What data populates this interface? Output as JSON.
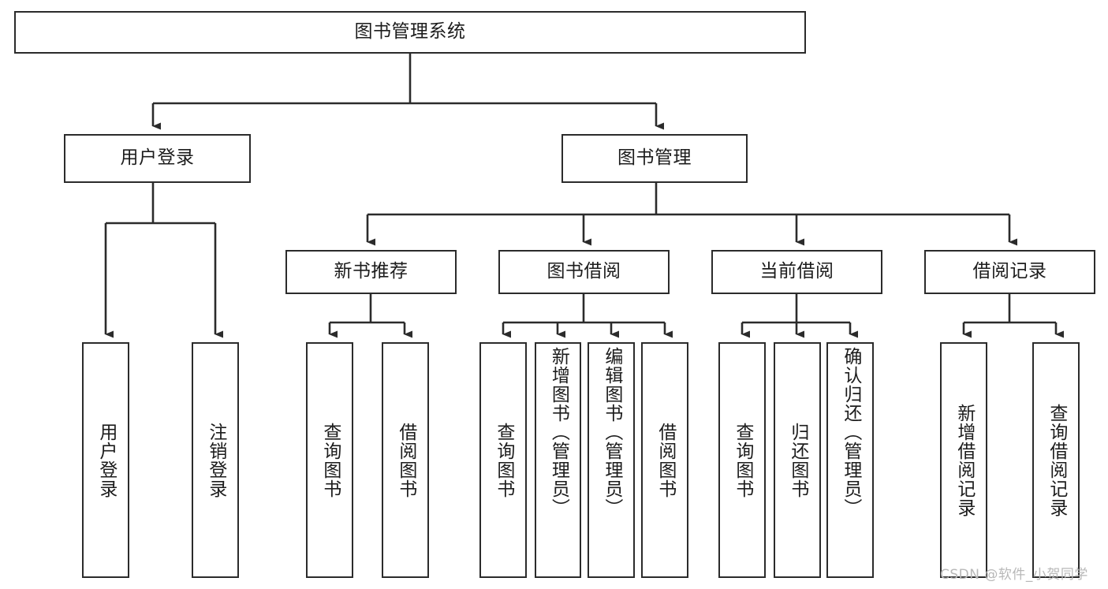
{
  "diagram": {
    "type": "tree-hierarchy-chart",
    "title": "图书管理系统",
    "watermark": "CSDN @软件_小贺同学",
    "colors": {
      "stroke": "#2b2b2b",
      "fill": "#ffffff",
      "text": "#1c1c1c",
      "watermark": "#b8b8b8"
    },
    "levels": {
      "level1": [
        {
          "id": "root",
          "label": "图书管理系统"
        }
      ],
      "level2": [
        {
          "id": "user-login",
          "label": "用户登录"
        },
        {
          "id": "book-manage",
          "label": "图书管理"
        }
      ],
      "level3": [
        {
          "id": "new-book-recommend",
          "label": "新书推荐"
        },
        {
          "id": "book-borrow",
          "label": "图书借阅"
        },
        {
          "id": "current-borrow",
          "label": "当前借阅"
        },
        {
          "id": "borrow-record",
          "label": "借阅记录"
        }
      ],
      "level4": [
        {
          "id": "leaf-user-login",
          "label": "用户登录",
          "parent": "user-login"
        },
        {
          "id": "leaf-user-logout",
          "label": "注销登录",
          "parent": "user-login"
        },
        {
          "id": "leaf-query-book-1",
          "label": "查询图书",
          "parent": "new-book-recommend"
        },
        {
          "id": "leaf-borrow-book-1",
          "label": "借阅图书",
          "parent": "new-book-recommend"
        },
        {
          "id": "leaf-query-book-2",
          "label": "查询图书",
          "parent": "book-borrow"
        },
        {
          "id": "leaf-add-book",
          "label": "新增图书（管理员）",
          "parent": "book-borrow"
        },
        {
          "id": "leaf-edit-book",
          "label": "编辑图书（管理员）",
          "parent": "book-borrow"
        },
        {
          "id": "leaf-borrow-book-2",
          "label": "借阅图书",
          "parent": "book-borrow"
        },
        {
          "id": "leaf-query-book-3",
          "label": "查询图书",
          "parent": "current-borrow"
        },
        {
          "id": "leaf-return-book",
          "label": "归还图书",
          "parent": "current-borrow"
        },
        {
          "id": "leaf-confirm-return",
          "label": "确认归还（管理员）",
          "parent": "current-borrow"
        },
        {
          "id": "leaf-add-record",
          "label": "新增借阅记录",
          "parent": "borrow-record"
        },
        {
          "id": "leaf-query-record",
          "label": "查询借阅记录",
          "parent": "borrow-record"
        }
      ]
    }
  }
}
